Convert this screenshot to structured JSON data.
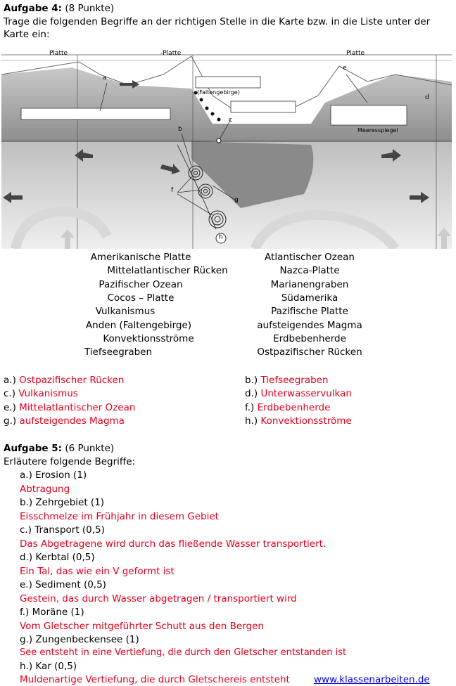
{
  "task4": {
    "title": "Aufgabe 4:",
    "points": "(8 Punkte)",
    "instruction_line1": "Trage die folgenden Begriffe an der richtigen Stelle in die Karte bzw. in die Liste unter der",
    "instruction_line2": "Karte ein:"
  },
  "figure": {
    "plate_labels": [
      "Platte",
      "-Platte",
      "Platte"
    ],
    "fold_label": "(Faltengebirge)",
    "sea_level": "Meeresspiegel",
    "markers": [
      "a",
      "b",
      "c",
      "d",
      "e",
      "f",
      "g",
      "h"
    ]
  },
  "terms_left": [
    "Amerikanische Platte",
    "Mittelatlantischer Rücken",
    "Pazifischer Ozean",
    "Cocos – Platte",
    "Vulkanismus",
    "Anden (Faltengebirge)",
    "Konvektionsströme",
    "Tiefseegraben"
  ],
  "terms_right": [
    "Atlantischer Ozean",
    "Nazca-Platte",
    "Marianengraben",
    "Südamerika",
    "Pazifische Platte",
    "aufsteigendes Magma",
    "Erdbebenherde",
    "Ostpazifischer Rücken"
  ],
  "answers": [
    {
      "key": "a.)",
      "value": "Ostpazifischer Rücken"
    },
    {
      "key": "b.)",
      "value": "Tiefseegraben"
    },
    {
      "key": "c.)",
      "value": "Vulkanismus"
    },
    {
      "key": "d.)",
      "value": "Unterwasservulkan"
    },
    {
      "key": "e.)",
      "value": "Mittelatlantischer Ozean"
    },
    {
      "key": "f.)",
      "value": "Erdbebenherde"
    },
    {
      "key": "g.)",
      "value": "aufsteigendes Magma"
    },
    {
      "key": "h.)",
      "value": "Konvektionsströme"
    }
  ],
  "task5": {
    "title": "Aufgabe 5:",
    "points": "(6 Punkte)",
    "instruction": "Erläutere folgende Begriffe:",
    "items": [
      {
        "q": "a.)  Erosion (1)",
        "a": "Abtragung"
      },
      {
        "q": "b.)  Zehrgebiet (1)",
        "a": "Eisschmelze im Frühjahr in diesem Gebiet"
      },
      {
        "q": "c.)  Transport (0,5)",
        "a": "Das Abgetragene wird durch das fließende Wasser transportiert."
      },
      {
        "q": "d.)  Kerbtal (0,5)",
        "a": "Ein Tal, das wie ein V geformt ist"
      },
      {
        "q": "e.)  Sediment (0,5)",
        "a": "Gestein, das durch Wasser abgetragen / transportiert wird"
      },
      {
        "q": "f.)  Moräne (1)",
        "a": "Vom Gletscher mitgeführter Schutt aus den Bergen"
      },
      {
        "q": "g.)  Zungenbeckensee (1)",
        "a": "See entsteht in eine Vertiefung, die durch den Gletscher entstanden ist"
      },
      {
        "q": "h.)  Kar (0,5)",
        "a": "Muldenartige Vertiefung, die durch Gletschereis entsteht"
      }
    ]
  },
  "footer_link": "www.klassenarbeiten.de"
}
